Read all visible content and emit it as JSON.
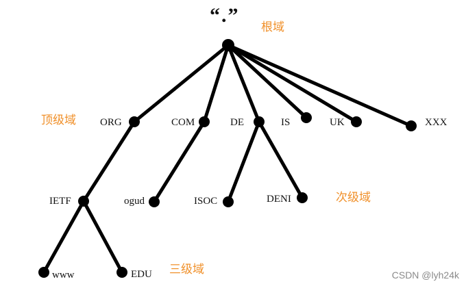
{
  "root": {
    "label": "“.”"
  },
  "levels": {
    "root": "根域",
    "top": "顶级域",
    "second": "次级域",
    "third": "三级域"
  },
  "nodes": {
    "org": "ORG",
    "com": "COM",
    "de": "DE",
    "is": "IS",
    "uk": "UK",
    "xxx": "XXX",
    "ietf": "IETF",
    "ogud": "ogud",
    "isoc": "ISOC",
    "deni": "DENI",
    "www": "www",
    "edu": "EDU"
  },
  "colors": {
    "level_label": "#f0902a",
    "edge": "#000000",
    "node": "#000000",
    "watermark": "#8a8a8a"
  },
  "watermark": "CSDN @lyh24k"
}
